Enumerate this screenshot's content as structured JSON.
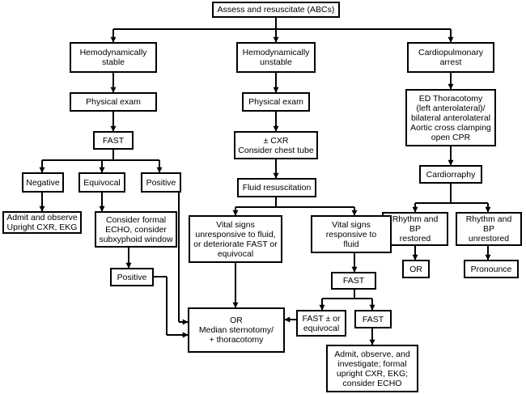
{
  "flowchart": {
    "nodes": {
      "abc": [
        "Assess and resuscitate (ABCs)"
      ],
      "stable": [
        "Hemodynamically",
        "stable"
      ],
      "unstable": [
        "Hemodynamically",
        "unstable"
      ],
      "arrest": [
        "Cardiopulmonary",
        "arrest"
      ],
      "pe1": [
        "Physical exam"
      ],
      "pe2": [
        "Physical exam"
      ],
      "thor": [
        "ED Thoracotomy",
        "(left anterolateral)/",
        "bilateral anterolateral",
        "Aortic cross clamping",
        "open CPR"
      ],
      "fast1": [
        "FAST"
      ],
      "cxr": [
        "± CXR",
        "Consider chest tube"
      ],
      "cardio": [
        "Cardiorraphy"
      ],
      "neg": [
        "Negative"
      ],
      "equiv": [
        "Equivocal"
      ],
      "pos": [
        "Positive"
      ],
      "fluid": [
        "Fluid resuscitation"
      ],
      "rbpr": [
        "Rhythm and BP",
        "restored"
      ],
      "rbpu": [
        "Rhythm and BP",
        "unrestored"
      ],
      "admit1": [
        "Admit and observe",
        "Upright CXR, EKG"
      ],
      "echo": [
        "Consider formal",
        "ECHO, consider",
        "subxyphoid window"
      ],
      "vsu": [
        "Vital signs",
        "unresponsive to fluid,",
        "or deteriorate FAST or",
        "equivocal"
      ],
      "vsr": [
        "Vital signs",
        "responsive to",
        "fluid"
      ],
      "or1": [
        "OR"
      ],
      "pron": [
        "Pronounce"
      ],
      "pos2": [
        "Positive"
      ],
      "fast2": [
        "FAST"
      ],
      "orm": [
        "OR",
        "Median sternotomy/",
        "+ thoracotomy"
      ],
      "fpe": [
        "FAST ± or",
        "equivocal"
      ],
      "fast3": [
        "FAST"
      ],
      "admit2": [
        "Admit, observe, and",
        "investigate; formal",
        "upright CXR, EKG;",
        "consider ECHO"
      ]
    }
  }
}
